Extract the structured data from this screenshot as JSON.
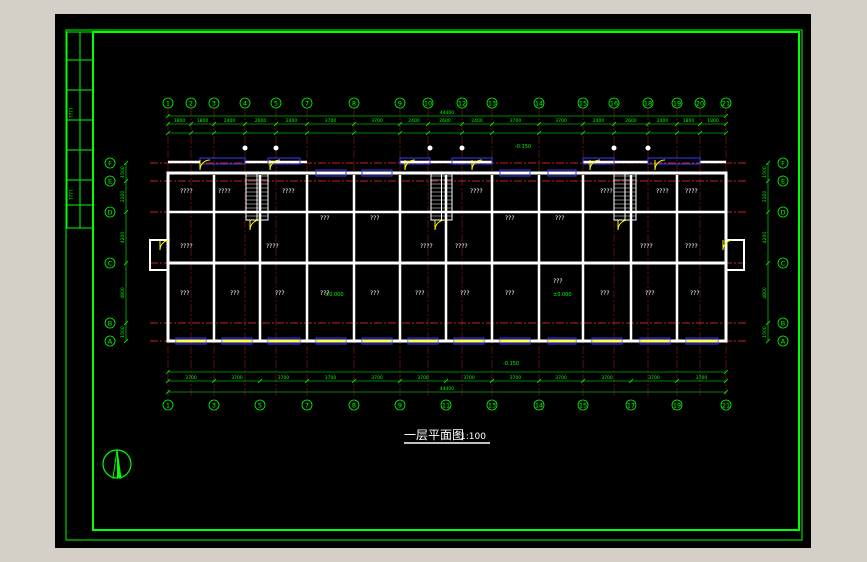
{
  "drawing": {
    "title": "一层平面图",
    "scale": "1:100",
    "total_dim": "44400",
    "elev_ground": "-0.150",
    "elev_floor": "±0.000",
    "room_label_a": "????",
    "room_label_b": "???",
    "title_block_text": "????"
  },
  "axes": {
    "top": [
      "1",
      "2",
      "3",
      "4",
      "5",
      "7",
      "8",
      "9",
      "10",
      "12",
      "13",
      "14",
      "15",
      "16",
      "18",
      "19",
      "20",
      "21"
    ],
    "bottom": [
      "1",
      "3",
      "5",
      "7",
      "8",
      "9",
      "11",
      "13",
      "14",
      "15",
      "17",
      "19",
      "21"
    ],
    "left": [
      "F",
      "E",
      "D",
      "C",
      "B",
      "A"
    ],
    "right": [
      "F",
      "E",
      "D",
      "C",
      "B",
      "A"
    ]
  },
  "dims": {
    "top_row1": [
      "1800",
      "1800",
      "2400",
      "2600",
      "2400",
      "3700",
      "3700",
      "2400",
      "2600",
      "2400",
      "3700",
      "3700",
      "2400",
      "2600",
      "2400",
      "1800",
      "1800"
    ],
    "bottom_row1": [
      "3700",
      "3700",
      "3700",
      "3700",
      "3700",
      "3700",
      "3700",
      "3700",
      "3700",
      "3700",
      "3700",
      "3700"
    ],
    "left": [
      "1500",
      "2100",
      "4200",
      "4800",
      "1500"
    ],
    "right": [
      "1500",
      "2100",
      "4200",
      "4800",
      "1500"
    ]
  },
  "colors": {
    "canvas": "#000000",
    "frame": "#00ff00",
    "wall": "#ffffff",
    "axis": "#ff2a2a",
    "dim": "#00ff00",
    "door": "#ffff00",
    "window": "#3a3aff",
    "text": "#00ff00",
    "label": "#ffffff"
  }
}
